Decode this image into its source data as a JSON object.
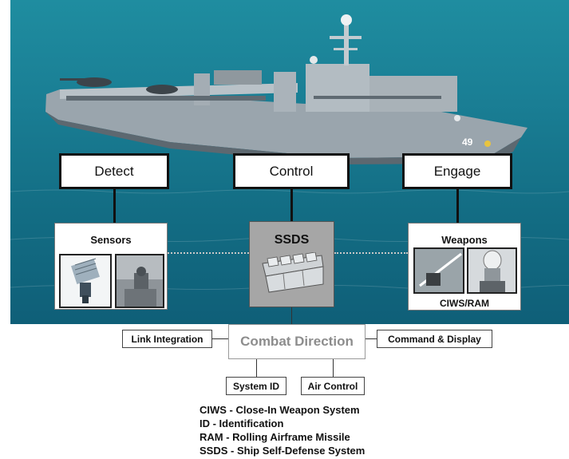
{
  "diagram": {
    "stages": {
      "detect": "Detect",
      "control": "Control",
      "engage": "Engage"
    },
    "sensors": {
      "title": "Sensors"
    },
    "ssds": {
      "title": "SSDS"
    },
    "weapons": {
      "title": "Weapons",
      "caption": "CIWS/RAM"
    },
    "combat_direction": "Combat Direction",
    "link_integration": "Link Integration",
    "command_display": "Command & Display",
    "system_id": "System ID",
    "air_control": "Air Control",
    "hull_number": "49"
  },
  "legend": [
    "CIWS - Close-In Weapon System",
    "ID - Identification",
    "RAM - Rolling Airframe Missile",
    "SSDS - Ship Self-Defense System"
  ],
  "colors": {
    "sea": "#1a7f95",
    "ship_hull": "#8e9aa3",
    "ssds_panel": "#a6a6a6",
    "combat_text": "#8d8d8d"
  }
}
